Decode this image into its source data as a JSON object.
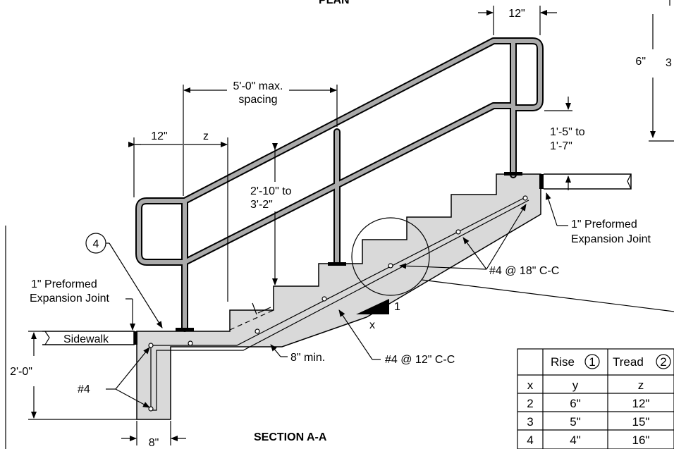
{
  "plan_label": "PLAN",
  "section_title": "SECTION A-A",
  "callout_number": "4",
  "dims": {
    "top_12": "12\"",
    "left_12": "12\"",
    "z": "z",
    "spacing_1": "5'-0\" max.",
    "spacing_2": "spacing",
    "rail_h_1": "2'-10\" to",
    "rail_h_2": "3'-2\"",
    "ext_h_1": "1'-5\" to",
    "ext_h_2": "1'-7\"",
    "base_h": "2'-0\"",
    "wall_t": "8\"",
    "right_6": "6\"",
    "right_3": "3"
  },
  "labels": {
    "joint_left_1": "1\" Preformed",
    "joint_left_2": "Expansion Joint",
    "joint_right_1": "1\" Preformed",
    "joint_right_2": "Expansion Joint",
    "sidewalk": "Sidewalk",
    "bar4": "#4",
    "bar_18": "#4 @ 18\" C-C",
    "bar_12": "#4 @ 12\" C-C",
    "min8": "8\" min.",
    "slope_1": "1",
    "slope_x": "x"
  },
  "table": {
    "headers": [
      "",
      "Rise",
      "Tread"
    ],
    "header_circles": [
      "1",
      "2"
    ],
    "sub": [
      "x",
      "y",
      "z"
    ],
    "rows": [
      [
        "2",
        "6\"",
        "12\""
      ],
      [
        "3",
        "5\"",
        "15\""
      ],
      [
        "4",
        "4\"",
        "16\""
      ]
    ]
  }
}
